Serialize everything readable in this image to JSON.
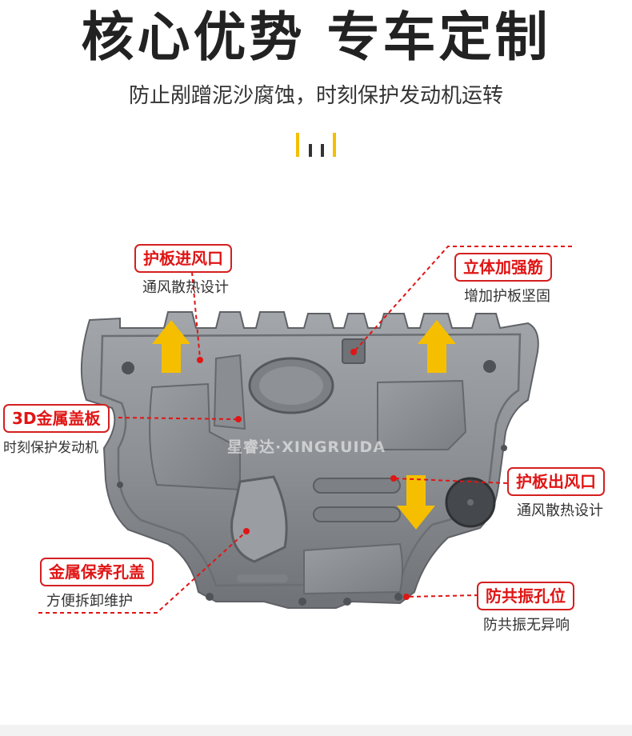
{
  "header": {
    "title": "核心优势 专车定制",
    "subtitle": "防止剐蹭泥沙腐蚀，时刻保护发动机运转"
  },
  "watermark": "星睿达·XINGRUIDA",
  "callouts": [
    {
      "id": "intake",
      "label": "护板进风口",
      "desc": "通风散热设计"
    },
    {
      "id": "rib",
      "label": "立体加强筋",
      "desc": "增加护板坚固"
    },
    {
      "id": "cover",
      "label": "3D金属盖板",
      "desc": "时刻保护发动机"
    },
    {
      "id": "outlet",
      "label": "护板出风口",
      "desc": "通风散热设计"
    },
    {
      "id": "hatch",
      "label": "金属保养孔盖",
      "desc": "方便拆卸维护"
    },
    {
      "id": "antivib",
      "label": "防共振孔位",
      "desc": "防共振无异响"
    }
  ],
  "colors": {
    "accent_red": "#e01515",
    "arrow_yellow": "#f5bf00",
    "plate_gray": "#8f9296",
    "divider_yellow": "#f5bf00",
    "divider_dark": "#333333"
  }
}
